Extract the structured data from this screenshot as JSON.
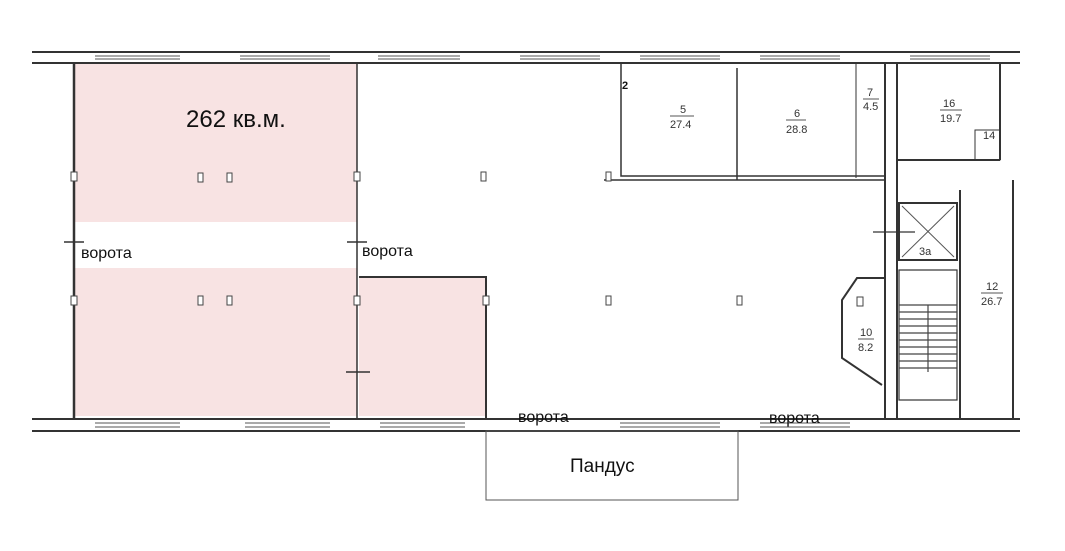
{
  "plan": {
    "area_label": "262 кв.м.",
    "gates": [
      "ворота",
      "ворота",
      "ворота",
      "ворота"
    ],
    "ramp_label": "Пандус",
    "highlight_color": "#f8e3e3",
    "rooms": [
      {
        "num": "2",
        "area": ""
      },
      {
        "num": "5",
        "area": "27.4"
      },
      {
        "num": "6",
        "area": "28.8"
      },
      {
        "num": "7",
        "area": "4.5"
      },
      {
        "num": "16",
        "area": "19.7"
      },
      {
        "num": "14",
        "area": ""
      },
      {
        "num": "3а",
        "area": ""
      },
      {
        "num": "10",
        "area": "8.2"
      },
      {
        "num": "12",
        "area": "26.7"
      }
    ]
  }
}
